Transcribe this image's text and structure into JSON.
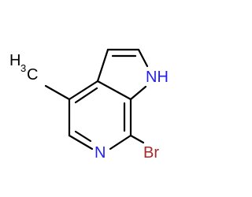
{
  "molecule": {
    "atoms": {
      "nitrogen_ring": {
        "symbol": "N",
        "color": "#1f1ff2"
      },
      "nh": {
        "symbol": "NH",
        "color": "#1f1ff2"
      },
      "bromine": {
        "symbol": "Br",
        "color": "#a52a2a"
      },
      "methyl": {
        "symbol": "H",
        "subscript": "3",
        "tail": "C",
        "color": "#000000"
      }
    },
    "bond_color": "#000000"
  }
}
